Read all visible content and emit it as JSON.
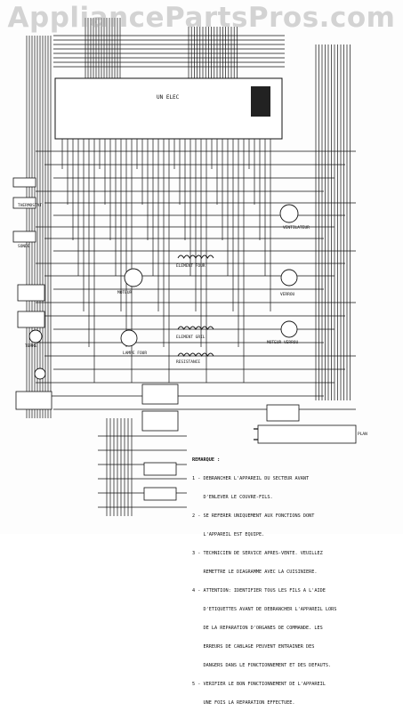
{
  "watermark": "AppliancePartsPros.com",
  "board": {
    "label": "UN ELEC"
  },
  "labels": {
    "motor": "MOTEUR",
    "ventilator": "VENTILATEUR",
    "element_four": "ELEMENT FOUR",
    "element_gril": "ELEMENT GRIL",
    "resistance": "RESISTANCE",
    "lampe": "LAMPE FOUR",
    "terre": "TERRE",
    "thermostat": "THERMOSTAT",
    "sonde": "SONDE",
    "verrou": "VERROU",
    "moteur_verrou": "MOTEUR VERROU",
    "plan": "PLAN"
  },
  "notes": {
    "title": "REMARQUE :",
    "items": [
      "1 - DEBRANCHER L'APPAREIL DU SECTEUR AVANT",
      "    D'ENLEVER LE COUVRE-FILS.",
      "2 - SE REFERER UNIQUEMENT AUX FONCTIONS DONT",
      "    L'APPAREIL EST EQUIPE.",
      "3 - TECHNICIEN DE SERVICE APRES-VENTE. VEUILLEZ",
      "    REMETTRE LE DIAGRAMME AVEC LA CUISINIERE.",
      "4 - ATTENTION: IDENTIFIER TOUS LES FILS A L'AIDE",
      "    D'ETIQUETTES AVANT DE DEBRANCHER L'APPAREIL LORS",
      "    DE LA REPARATION D'ORGANES DE COMMANDE. LES",
      "    ERREURS DE CABLAGE PEUVENT ENTRAINER DES",
      "    DANGERS DANS LE FONCTIONNEMENT ET DES DEFAUTS.",
      "5 - VERIFIER LE BON FONCTIONNEMENT DE L'APPAREIL",
      "    UNE FOIS LA REPARATION EFFECTUEE."
    ]
  },
  "colors": {
    "ink": "#111111",
    "watermark": "#a0a0a0"
  }
}
